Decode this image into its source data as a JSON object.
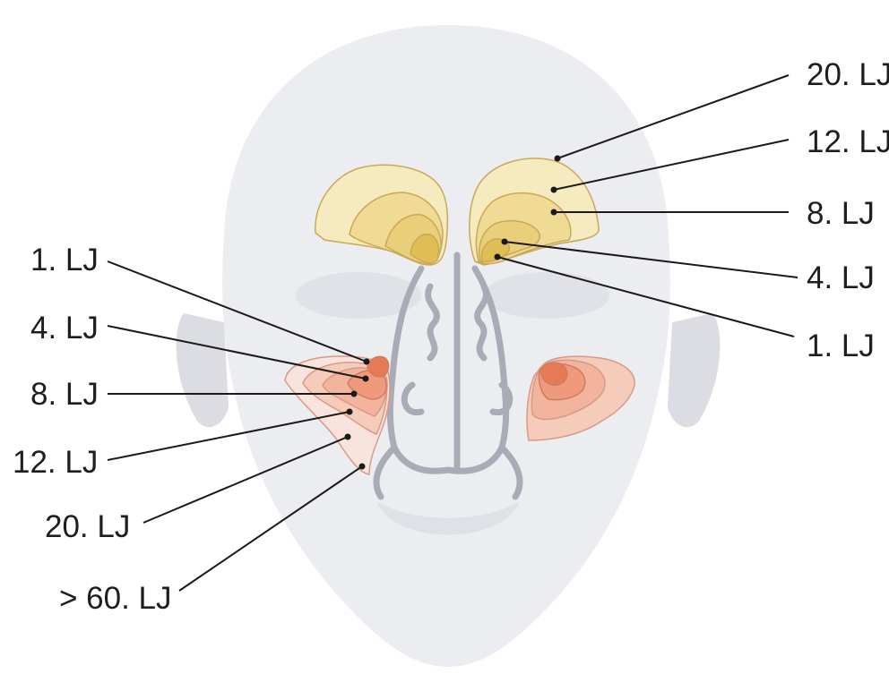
{
  "right_labels": {
    "frontal_20": "20. LJ",
    "frontal_12": "12. LJ",
    "frontal_8": "8. LJ",
    "frontal_4": "4. LJ",
    "frontal_1": "1. LJ"
  },
  "left_labels": {
    "maxillary_1": "1. LJ",
    "maxillary_4": "4. LJ",
    "maxillary_8": "8. LJ",
    "maxillary_12": "12. LJ",
    "maxillary_20": "20. LJ",
    "maxillary_60": "> 60. LJ"
  },
  "colors": {
    "frontal_sinus": "#e9cf7a",
    "maxillary_sinus": "#ef9a7c",
    "face": "#ecedf0",
    "bone": "#a9abb6"
  }
}
